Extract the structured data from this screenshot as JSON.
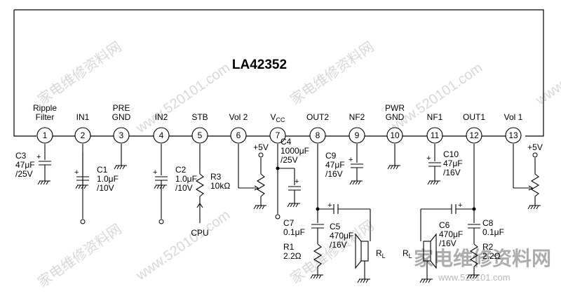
{
  "chip": {
    "name": "LA42352"
  },
  "watermarks": [
    "家电维修资料网",
    "www.520101.com"
  ],
  "pins": [
    {
      "num": "1",
      "label": [
        "Ripple",
        "Filter"
      ]
    },
    {
      "num": "2",
      "label": [
        "IN1"
      ]
    },
    {
      "num": "3",
      "label": [
        "PRE",
        "GND"
      ]
    },
    {
      "num": "4",
      "label": [
        "IN2"
      ]
    },
    {
      "num": "5",
      "label": [
        "STB"
      ]
    },
    {
      "num": "6",
      "label": [
        "Vol 2"
      ]
    },
    {
      "num": "7",
      "label": [
        "VCC"
      ]
    },
    {
      "num": "8",
      "label": [
        "OUT2"
      ]
    },
    {
      "num": "9",
      "label": [
        "NF2"
      ]
    },
    {
      "num": "10",
      "label": [
        "PWR",
        "GND"
      ]
    },
    {
      "num": "11",
      "label": [
        "NF1"
      ]
    },
    {
      "num": "12",
      "label": [
        "OUT1"
      ]
    },
    {
      "num": "13",
      "label": [
        "Vol 1"
      ]
    }
  ],
  "components": [
    {
      "id": "C3",
      "lines": [
        "C3",
        "47μF",
        "/25V"
      ]
    },
    {
      "id": "C1",
      "lines": [
        "C1",
        "1.0μF",
        "/10V"
      ]
    },
    {
      "id": "C2",
      "lines": [
        "C2",
        "1.0μF",
        "/10V"
      ]
    },
    {
      "id": "R3",
      "lines": [
        "R3",
        "10kΩ"
      ]
    },
    {
      "id": "CPU",
      "lines": [
        "CPU"
      ]
    },
    {
      "id": "V5a",
      "lines": [
        "+5V"
      ]
    },
    {
      "id": "C4",
      "lines": [
        "C4",
        "1000μF",
        "/25V"
      ]
    },
    {
      "id": "C7",
      "lines": [
        "C7",
        "0.1μF"
      ]
    },
    {
      "id": "R1",
      "lines": [
        "R1",
        "2.2Ω"
      ]
    },
    {
      "id": "C5",
      "lines": [
        "C5",
        "470μF",
        "/16V"
      ]
    },
    {
      "id": "RL2",
      "lines": [
        "RL"
      ]
    },
    {
      "id": "C9",
      "lines": [
        "C9",
        "47μF",
        "/16V"
      ]
    },
    {
      "id": "C10",
      "lines": [
        "C10",
        "47μF",
        "/16V"
      ]
    },
    {
      "id": "RL1",
      "lines": [
        "RL"
      ]
    },
    {
      "id": "C6",
      "lines": [
        "C6",
        "470μF",
        "/16V"
      ]
    },
    {
      "id": "C8",
      "lines": [
        "C8",
        "0.1μF"
      ]
    },
    {
      "id": "R2",
      "lines": [
        "R2",
        "2.2Ω"
      ]
    },
    {
      "id": "V5b",
      "lines": [
        "+5V"
      ]
    }
  ]
}
